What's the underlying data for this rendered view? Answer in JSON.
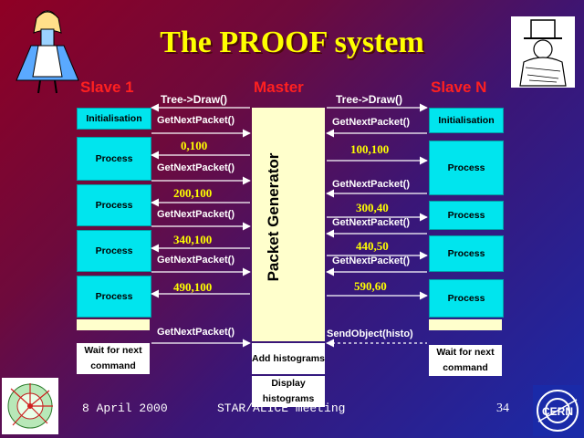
{
  "title": "The PROOF system",
  "headers": {
    "slave1": "Slave 1",
    "master": "Master",
    "slaven": "Slave N"
  },
  "left": {
    "draw": "Tree->Draw()",
    "init": "Initialisation",
    "process": "Process",
    "wait": "Wait for next command",
    "msgs": [
      "GetNextPacket()",
      "GetNextPacket()",
      "GetNextPacket()",
      "GetNextPacket()",
      "GetNextPacket()"
    ],
    "packets": [
      "0,100",
      "200,100",
      "340,100",
      "490,100"
    ]
  },
  "right": {
    "draw": "Tree->Draw()",
    "init": "Initialisation",
    "process": "Process",
    "wait": "Wait for next command",
    "msgs": [
      "GetNextPacket()",
      "GetNextPacket()",
      "GetNextPacket()",
      "GetNextPacket()"
    ],
    "packets": [
      "100,100",
      "300,40",
      "440,50",
      "590,60"
    ],
    "send": "SendObject(histo)"
  },
  "master": {
    "generator": "Packet Generator",
    "add": "Add histograms",
    "display": "Display histograms"
  },
  "footer": {
    "date": "8 April 2000",
    "meeting": "STAR/ALICE meeting",
    "page": "34"
  },
  "logo": {
    "text": "CERN"
  },
  "colors": {
    "arrow": "#ffffff",
    "box": "#00e5ee",
    "header": "#ff2020",
    "title": "#ffff00"
  }
}
